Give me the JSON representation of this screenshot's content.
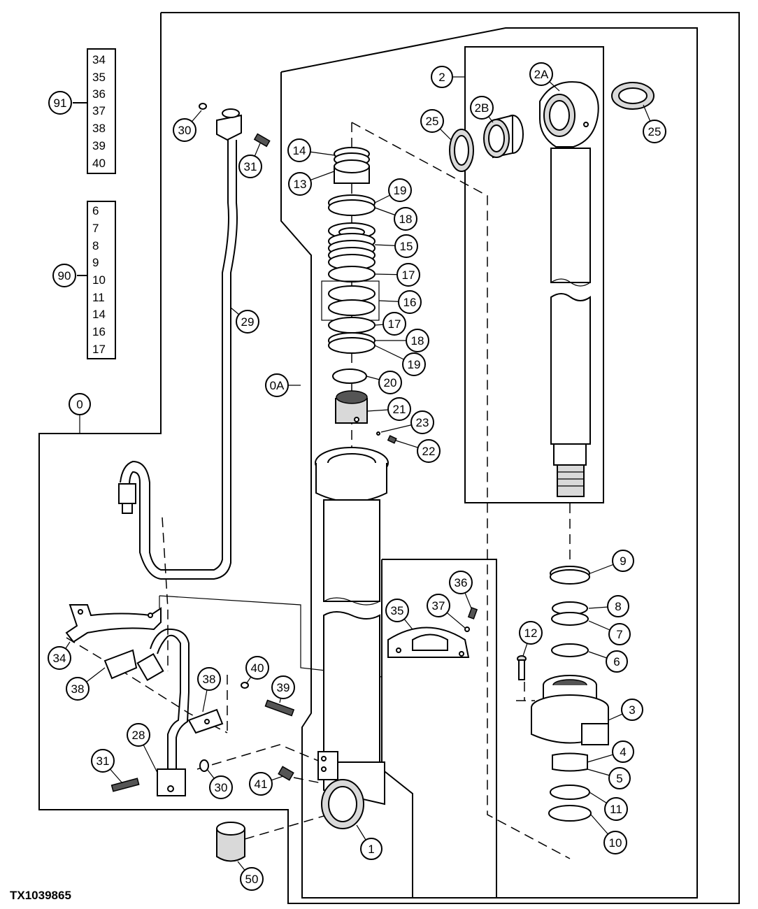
{
  "figure": {
    "id_label": "TX1039865"
  },
  "kit_lists": [
    {
      "callout": "91",
      "items": [
        "34",
        "35",
        "36",
        "37",
        "38",
        "39",
        "40"
      ]
    },
    {
      "callout": "90",
      "items": [
        "6",
        "7",
        "8",
        "9",
        "10",
        "11",
        "14",
        "16",
        "17"
      ]
    }
  ],
  "callouts": [
    "0",
    "0A",
    "1",
    "2",
    "2A",
    "2B",
    "3",
    "4",
    "5",
    "6",
    "7",
    "8",
    "9",
    "10",
    "11",
    "12",
    "13",
    "14",
    "15",
    "16",
    "17",
    "17",
    "18",
    "18",
    "19",
    "19",
    "20",
    "21",
    "22",
    "23",
    "25",
    "25",
    "28",
    "29",
    "30",
    "30",
    "31",
    "31",
    "34",
    "35",
    "36",
    "37",
    "38",
    "38",
    "39",
    "40",
    "41",
    "50"
  ],
  "colors": {
    "line": "#000000",
    "background": "#ffffff",
    "shade": "#d9d9d9"
  }
}
